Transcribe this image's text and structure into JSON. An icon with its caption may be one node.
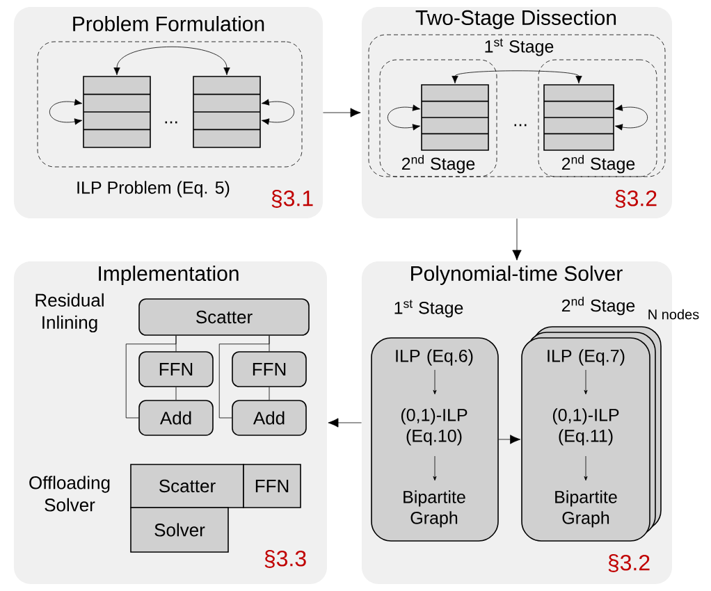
{
  "diagram": {
    "nodes": [
      {
        "text": [
          "Problem Formulation",
          "§3.1"
        ]
      },
      {
        "text": [
          "ILP Problem (Eq. 5)"
        ],
        "in": 0
      },
      {
        "text": [],
        "shape": "box",
        "in": 1
      },
      {
        "text": [],
        "shape": "box",
        "in": 1
      },
      {
        "text": [
          "Two-Stage Dissection",
          "§3.2"
        ]
      },
      {
        "text": [
          "1$^{st}$ Stage"
        ],
        "in": 4
      },
      {
        "text": [
          "2$^{nd}$ Stage"
        ],
        "in": 5
      },
      {
        "text": [
          "2$^{nd}$ Stage"
        ],
        "in": 5
      },
      {
        "text": [],
        "shape": "box",
        "in": 6
      },
      {
        "text": [],
        "shape": "box",
        "in": 7
      },
      {
        "text": [
          "Polynomial-time Solver",
          "§3.2"
        ]
      },
      {
        "text": [
          "1$^{st}$ Stage",
          "ILP (Eq.6)",
          "(0,1)-ILP (Eq.10)",
          "Bipartite Graph"
        ],
        "in": 10
      },
      {
        "text": [
          "2$^{nd}$ Stage",
          "ILP (Eq.7)",
          "(0,1)-ILP (Eq.11)",
          "Bipartite Graph"
        ],
        "beside": [
          "N nodes"
        ],
        "in": 10
      },
      {
        "text": [
          "Implementation",
          "§3.3"
        ]
      },
      {
        "text": [
          "Scatter"
        ],
        "in": 13
      },
      {
        "text": [
          "FFN"
        ],
        "in": 13
      },
      {
        "text": [
          "FFN"
        ],
        "in": 13
      },
      {
        "text": [
          "Add"
        ],
        "in": 13
      },
      {
        "text": [
          "Add"
        ],
        "in": 13
      },
      {
        "text": [
          "Scatter"
        ],
        "in": 13
      },
      {
        "text": [
          "FFN"
        ],
        "in": 13
      },
      {
        "text": [
          "Solver"
        ],
        "in": 13
      }
    ],
    "edges": [
      {
        "from": 0,
        "to": 4,
        "arrow": "to"
      },
      {
        "from": 2,
        "to": 3,
        "arrow": "both"
      },
      {
        "from": 2,
        "to": 2,
        "arrow": "both"
      },
      {
        "from": 3,
        "to": 3,
        "arrow": "both"
      },
      {
        "from": 4,
        "to": 10,
        "arrow": "to"
      },
      {
        "from": 8,
        "to": 9,
        "arrow": "both"
      },
      {
        "from": 8,
        "to": 8,
        "arrow": "both"
      },
      {
        "from": 9,
        "to": 9,
        "arrow": "both"
      },
      {
        "from": 10,
        "to": 13,
        "arrow": "to"
      },
      {
        "from": 11,
        "to": 12,
        "arrow": "to"
      },
      {
        "from": 14,
        "to": 15,
        "arrow": "none"
      },
      {
        "from": 14,
        "to": 17,
        "arrow": "none"
      },
      {
        "from": 14,
        "to": 16,
        "arrow": "none"
      },
      {
        "from": 14,
        "to": 18,
        "arrow": "none"
      },
      {
        "from": 15,
        "to": 17,
        "arrow": "none"
      },
      {
        "from": 16,
        "to": 18,
        "arrow": "none"
      }
    ],
    "labels": [
      "...",
      "...",
      "Residual Inlining",
      "Offloading Solver"
    ]
  }
}
